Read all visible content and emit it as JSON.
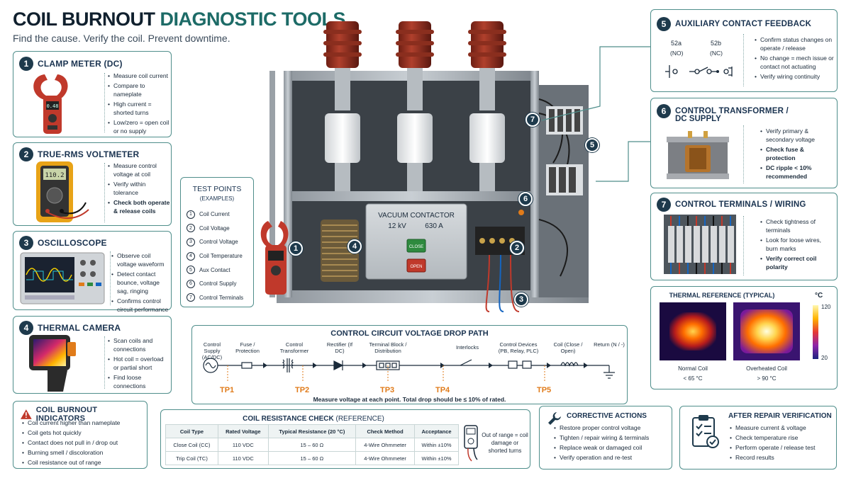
{
  "title": {
    "part1": "COIL BURNOUT",
    "part2": "DIAGNOSTIC TOOLS"
  },
  "subtitle": "Find the cause. Verify the coil. Prevent downtime.",
  "colors": {
    "navy": "#1e3a4c",
    "teal": "#4f8e8b",
    "orange": "#e07b1a",
    "red": "#c0392b",
    "green": "#2e8a3e"
  },
  "tools": [
    {
      "num": "1",
      "title": "CLAMP METER (DC)",
      "icon": "clamp-meter-icon",
      "bullets": [
        "Measure coil current",
        "Compare to nameplate",
        "High current = shorted turns",
        "Low/zero = open coil or no supply"
      ],
      "display": "0.48"
    },
    {
      "num": "2",
      "title": "TRUE-RMS VOLTMETER",
      "icon": "multimeter-icon",
      "bullets": [
        "Measure control voltage at coil",
        "Verify within tolerance",
        "Check both operate & release coils"
      ],
      "display": "110.2"
    },
    {
      "num": "3",
      "title": "OSCILLOSCOPE",
      "icon": "oscilloscope-icon",
      "bullets": [
        "Observe coil voltage waveform",
        "Detect contact bounce, voltage sag, ringing",
        "Confirms control circuit performance"
      ]
    },
    {
      "num": "4",
      "title": "THERMAL CAMERA",
      "icon": "thermal-camera-icon",
      "bullets": [
        "Scan coils and connections",
        "Hot coil = overload or partial short",
        "Find loose connections"
      ]
    }
  ],
  "indicators": {
    "title": "COIL BURNOUT INDICATORS",
    "items": [
      "Coil current higher than nameplate",
      "Coil gets hot quickly",
      "Contact does not pull in / drop out",
      "Burning smell / discoloration",
      "Coil resistance out of range"
    ]
  },
  "test_points": {
    "title": "TEST POINTS",
    "subtitle": "(EXAMPLES)",
    "items": [
      {
        "num": "1",
        "label": "Coil Current"
      },
      {
        "num": "2",
        "label": "Coil Voltage"
      },
      {
        "num": "3",
        "label": "Control Voltage"
      },
      {
        "num": "4",
        "label": "Coil Temperature"
      },
      {
        "num": "5",
        "label": "Aux Contact"
      },
      {
        "num": "6",
        "label": "Control Supply"
      },
      {
        "num": "7",
        "label": "Control Terminals"
      }
    ]
  },
  "contactor": {
    "label": "VACUUM CONTACTOR",
    "kv": "12 kV",
    "amps": "630 A",
    "close_btn": "CLOSE",
    "open_btn": "OPEN"
  },
  "callouts": [
    "1",
    "2",
    "3",
    "4",
    "5",
    "6",
    "7"
  ],
  "aux": {
    "num": "5",
    "title": "AUXILIARY CONTACT FEEDBACK",
    "contact_a": "52a",
    "contact_a_sub": "(NO)",
    "contact_b": "52b",
    "contact_b_sub": "(NC)",
    "bullets": [
      "Confirm status changes on operate / release",
      "No change = mech issue or contact not actuating",
      "Verify wiring continuity"
    ]
  },
  "transformer": {
    "num": "6",
    "title_line1": "CONTROL TRANSFORMER /",
    "title_line2": "DC SUPPLY",
    "bullets": [
      "Verify primary & secondary voltage",
      "Check fuse & protection",
      "DC ripple < 10% recommended"
    ]
  },
  "terminals": {
    "num": "7",
    "title": "CONTROL TERMINALS / WIRING",
    "bullets": [
      "Check tightness of terminals",
      "Look for loose wires, burn marks",
      "Verify correct coil polarity"
    ]
  },
  "thermal": {
    "title": "THERMAL REFERENCE (TYPICAL)",
    "unit": "°C",
    "scale_max": "120",
    "scale_min": "20",
    "normal_label": "Normal Coil",
    "normal_value": "< 65 °C",
    "hot_label": "Overheated Coil",
    "hot_value": "> 90 °C"
  },
  "path": {
    "title": "CONTROL CIRCUIT VOLTAGE DROP PATH",
    "components": [
      "Control Supply (AC/DC)",
      "Fuse / Protection",
      "Control Transformer",
      "Rectifier (If DC)",
      "Terminal Block / Distribution",
      "Interlocks",
      "Control Devices (PB, Relay, PLC)",
      "Coil (Close / Open)",
      "Return (N / -)"
    ],
    "tps": [
      "TP1",
      "TP2",
      "TP3",
      "TP4",
      "TP5"
    ],
    "note": "Measure voltage at each point. Total drop should be ≤ 10% of rated."
  },
  "resistance": {
    "title": "COIL RESISTANCE CHECK",
    "title_ref": "(REFERENCE)",
    "headers": [
      "Coil Type",
      "Rated Voltage",
      "Typical Resistance (20 °C)",
      "Check Method",
      "Acceptance"
    ],
    "rows": [
      [
        "Close Coil (CC)",
        "110 VDC",
        "15 – 60 Ω",
        "4-Wire Ohmmeter",
        "Within ±10%"
      ],
      [
        "Trip Coil (TC)",
        "110 VDC",
        "15 – 60 Ω",
        "4-Wire Ohmmeter",
        "Within ±10%"
      ]
    ],
    "note": "Out of range = coil damage or shorted turns"
  },
  "corrective": {
    "title": "CORRECTIVE ACTIONS",
    "items": [
      "Restore proper control voltage",
      "Tighten / repair wiring & terminals",
      "Replace weak or damaged coil",
      "Verify operation and re-test"
    ]
  },
  "after": {
    "title": "AFTER REPAIR VERIFICATION",
    "items": [
      "Measure current & voltage",
      "Check temperature rise",
      "Perform operate / release test",
      "Record results"
    ]
  }
}
